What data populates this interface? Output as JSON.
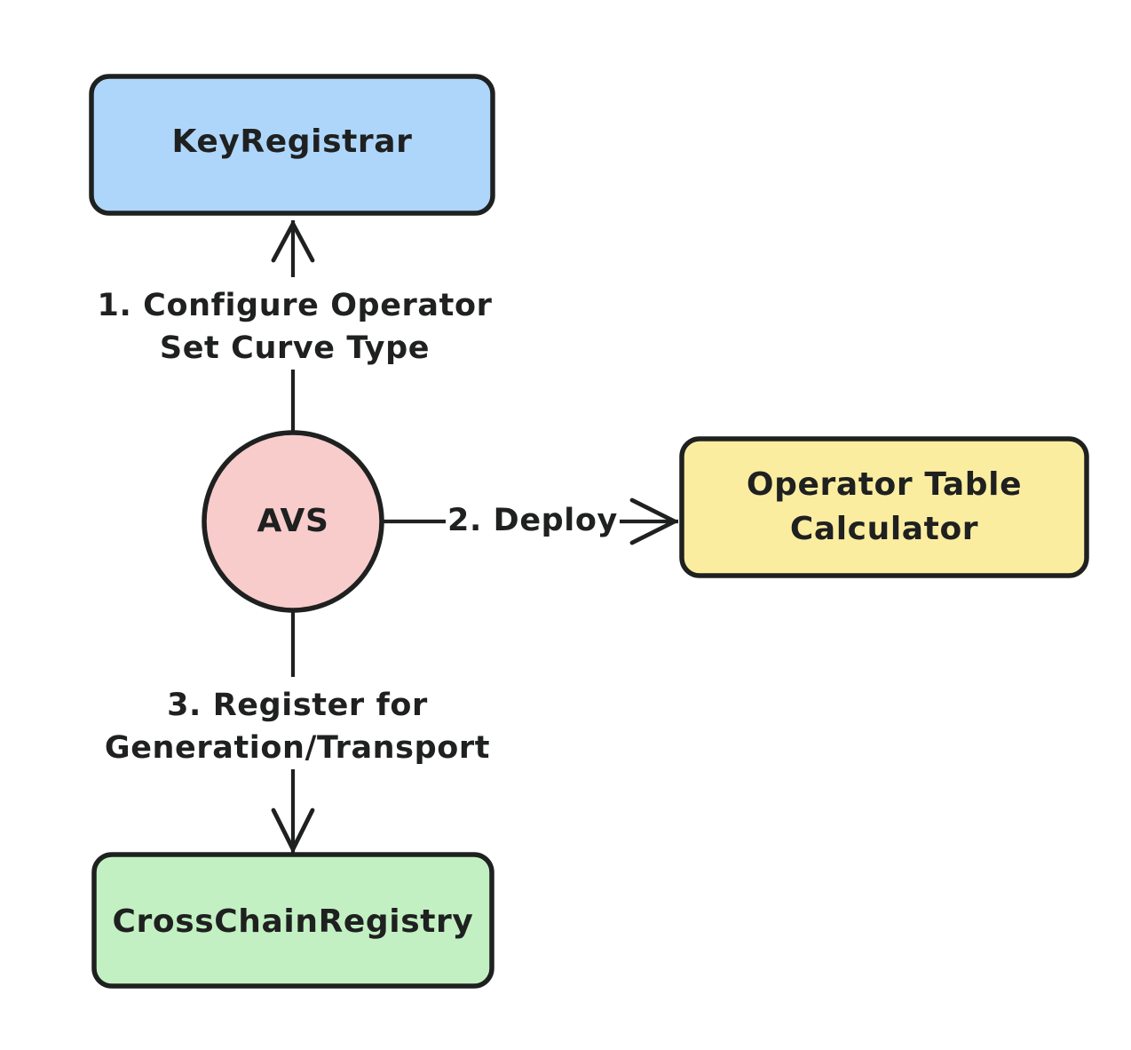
{
  "diagram": {
    "type": "flowchart",
    "direction": "top-down",
    "background": "#ffffff",
    "stroke_color": "#1f2020",
    "text_color": "#1f2020",
    "nodes": [
      {
        "id": "keyregistrar",
        "label": "KeyRegistrar",
        "shape": "rounded-rectangle",
        "fill": "#aed6fb",
        "border": "#1f2020"
      },
      {
        "id": "avs",
        "label": "AVS",
        "shape": "circle",
        "fill": "#f7cccb",
        "border": "#1f2020"
      },
      {
        "id": "operator-table-calculator",
        "label_line1": "Operator Table",
        "label_line2": "Calculator",
        "shape": "rounded-rectangle",
        "fill": "#fbeda0",
        "border": "#1f2020"
      },
      {
        "id": "crosschainregistry",
        "label": "CrossChainRegistry",
        "shape": "rounded-rectangle",
        "fill": "#c3f0c3",
        "border": "#1f2020"
      }
    ],
    "edges": [
      {
        "id": "edge-avs-keyregistrar",
        "from": "avs",
        "to": "keyregistrar",
        "label_line1": "1. Configure Operator",
        "label_line2": "Set Curve Type",
        "arrowhead": "open-up"
      },
      {
        "id": "edge-avs-calculator",
        "from": "avs",
        "to": "operator-table-calculator",
        "label_line1": "2. Deploy",
        "label_line2": "",
        "arrowhead": "open-right"
      },
      {
        "id": "edge-avs-crosschainregistry",
        "from": "avs",
        "to": "crosschainregistry",
        "label_line1": "3. Register for",
        "label_line2": "Generation/Transport",
        "arrowhead": "open-down"
      }
    ]
  }
}
